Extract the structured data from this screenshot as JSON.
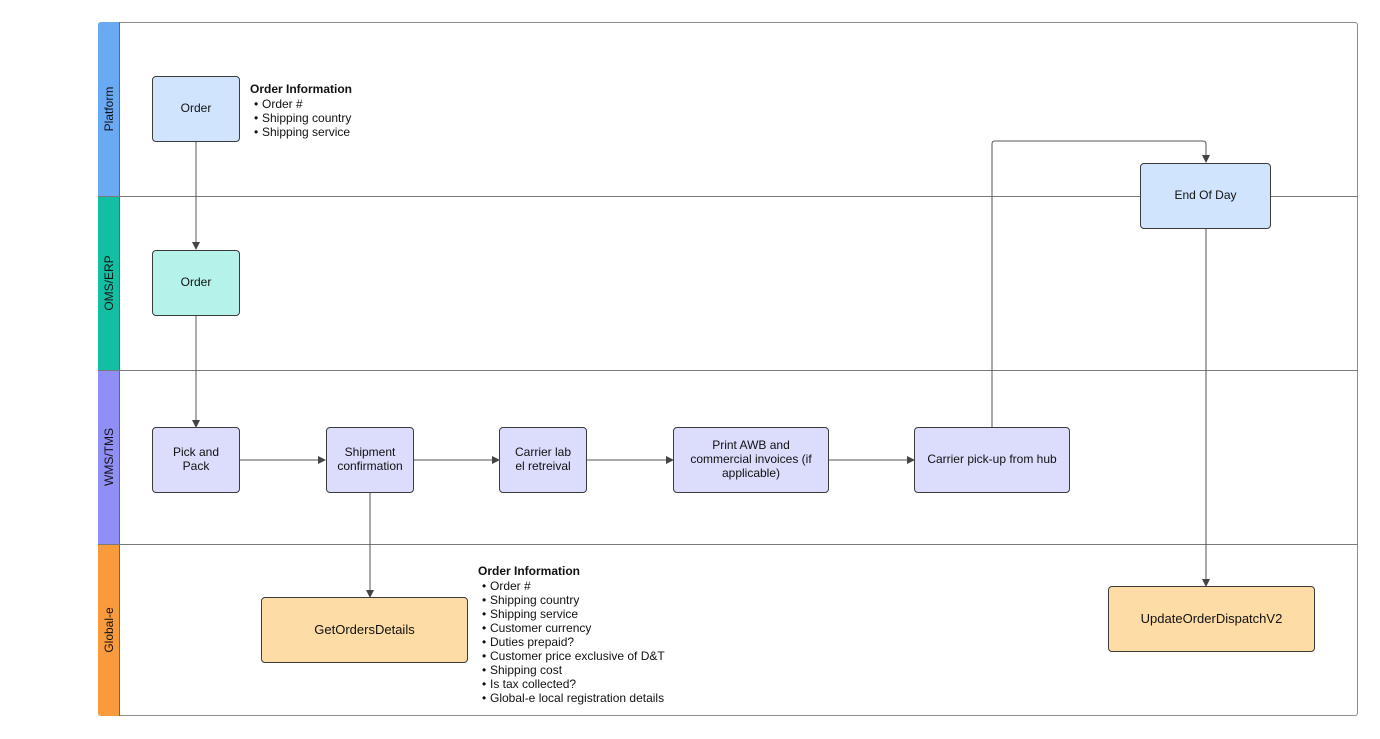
{
  "colors": {
    "lane_platform": "#6aaaf5",
    "lane_oms": "#12bfa2",
    "lane_wms": "#8f8ff5",
    "lane_globale": "#f99a3d",
    "node_blue": "#d0e4fd",
    "node_teal": "#b5f2ea",
    "node_purple": "#dcdcfc",
    "node_orange": "#fddca5",
    "connector": "#555555"
  },
  "lanes": [
    {
      "label": "Platform"
    },
    {
      "label": "OMS/ERP"
    },
    {
      "label": "WMS/TMS"
    },
    {
      "label": "Global-e"
    }
  ],
  "nodes": {
    "platform_order": "Order",
    "end_of_day": "End Of Day",
    "oms_order": "Order",
    "pick_and_pack": "Pick and\nPack",
    "shipment_confirmation": "Shipment\nconfirmation",
    "carrier_label": "Carrier lab\nel retreival",
    "print_awb": "Print AWB and\ncommercial invoices (if\napplicable)",
    "carrier_pickup": "Carrier pick-up from hub",
    "get_orders_details": "GetOrdersDetails",
    "update_order_dispatch": "UpdateOrderDispatchV2"
  },
  "notes": {
    "platform_info": {
      "title": "Order Information",
      "items": [
        "Order  #",
        "Shipping country",
        "Shipping service"
      ]
    },
    "globale_info": {
      "title": "Order Information",
      "items": [
        "Order  #",
        "Shipping country",
        "Shipping service",
        "Customer currency",
        "Duties prepaid?",
        "Customer price exclusive of D&T",
        "Shipping cost",
        "Is tax collected?",
        "Global-e local registration details"
      ]
    }
  }
}
